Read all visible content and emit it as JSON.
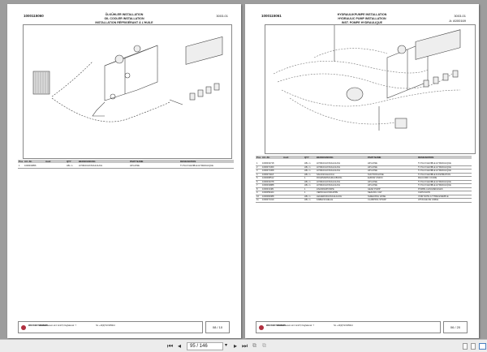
{
  "pages": [
    {
      "id": "1000115060",
      "title": [
        "ÖLKÜHLER INSTALLATION",
        "OIL COOLER INSTALLATION",
        "INSTALLATION RÉFRIGÉRANT À L'HUILE"
      ],
      "code": "3003-01",
      "code2": "",
      "columns": [
        "Pos",
        "Art.-Nr.",
        "Ausf.",
        "QTY",
        "BEZEICHNUNG",
        "PART NAME",
        "DESIGNATION"
      ],
      "rows": [
        [
          "1",
          "1000019856",
          "",
          "LBL m",
          "HYDRAULIKSCHLAUCH",
          "HP-HOSE",
          "TUYAU FLEXIBLE HYDRAULIQUE"
        ]
      ],
      "footer": {
        "brand": "WACKER NEUSON",
        "address": "Wacker Neuson Linz GmbH, Flughafenstr. 7",
        "tel": "Tel. +43(0)732 90590-0"
      },
      "page_number": "08 / 10"
    },
    {
      "id": "1000115061",
      "title": [
        "HYDRAULIKPUMPE INSTALLATION",
        "HYDRAULIC PUMP INSTALLATION",
        "INST. POMPE HYDRAULIQUE"
      ],
      "code": "3003-01",
      "code2": "A: A000169",
      "columns": [
        "Pos",
        "Art.-Nr.",
        "Ausf.",
        "QTY",
        "BEZEICHNUNG",
        "PART NAME",
        "DESIGNATION"
      ],
      "rows": [
        [
          "1",
          "1000019718",
          "",
          "LBL m",
          "HYDRAULIKSCHLAUCH",
          "HP-HOSE",
          "TUYAU FLEXIBLE HYDRAULIQUE"
        ],
        [
          "2",
          "1000071369",
          "",
          "LBL m",
          "HYDRAULIKSCHLAUCH",
          "HP-HOSE",
          "TUYAU FLEXIBLE HYDRAULIQUE"
        ],
        [
          "3",
          "1000071368",
          "",
          "LBL m",
          "HYDRAULIKSCHLAUCH",
          "HP-HOSE",
          "TUYAU FLEXIBLE HYDRAULIQUE"
        ],
        [
          "4",
          "1000071118",
          "",
          "LBL m",
          "SAUGSCHLAUCH",
          "SUCTION HOSE",
          "TUYAU FLEXIBLE D'ASPIRATION"
        ],
        [
          "5",
          "1000068512",
          "",
          "1",
          "ROHRVERSCHRAUBUNG",
          "ELBOW UNION",
          "RACCORD COUDE"
        ],
        [
          "6",
          "1000019378",
          "",
          "LBL m",
          "HYDRAULIKSCHLAUCH",
          "HP-HOSE",
          "TUYAU FLEXIBLE HYDRAULIQUE"
        ],
        [
          "7",
          "1000019888",
          "",
          "LBL m",
          "HYDRAULIKSCHLAUCH",
          "HP-HOSE",
          "TUYAU FLEXIBLE HYDRAULIQUE"
        ],
        [
          "8",
          "1000013481",
          "",
          "1",
          "ZAHNRADPUMPE",
          "GEAR PUMP",
          "POMPE A ENGRENAGES"
        ],
        [
          "9",
          "1000059424",
          "",
          "1",
          "VERSCHLUSSKAPPE",
          "SEALING CAP",
          "CAPUCHON"
        ],
        [
          "10",
          "1000060088",
          "",
          "LBL m",
          "LEGIERUNGSSCHLAUCH",
          "SHIELDING HOSE",
          "VOIR NOTE A TITRE EXEMPLE"
        ],
        [
          "11",
          "1000071319",
          "",
          "LBL m",
          "KABELSCHELLE",
          "CLAMPING STRAP",
          "ATTACHE DE CABLE"
        ]
      ],
      "footer": {
        "brand": "WACKER NEUSON",
        "address": "Wacker Neuson Linz GmbH, Flughafenstr. 7",
        "tel": "Tel. +43(0)732 90590-0"
      },
      "page_number": "06 / 20"
    }
  ],
  "toolbar": {
    "page_field": "95 / 146",
    "icons": [
      "first-page-icon",
      "prev-page-icon",
      "next-page-icon",
      "last-page-icon",
      "rotate-icon",
      "fit-icon",
      "single-page-view-icon",
      "continuous-view-icon",
      "two-page-view-icon"
    ]
  },
  "colors": {
    "background": "#9d9d9d",
    "logo": "#b03040",
    "table_header": "#c8c8c8"
  }
}
